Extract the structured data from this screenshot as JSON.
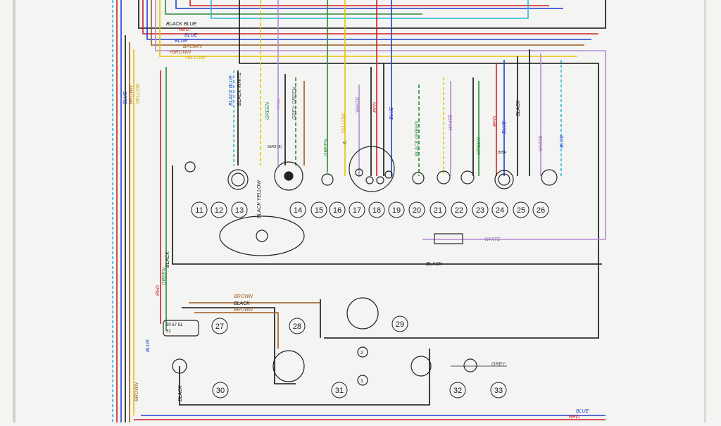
{
  "colors": {
    "black": "#111111",
    "red": "#d21f1f",
    "blue": "#1f3fd0",
    "green": "#2a8a3a",
    "yellow": "#e8c400",
    "brown": "#9a5a1e",
    "violet": "#b48ad6",
    "grey": "#8a8a8a",
    "cyan": "#2bb8d8",
    "paper": "#f4f4f2"
  },
  "wire_labels": {
    "black": "BLACK",
    "blue": "BLUE",
    "red": "RED",
    "green": "GREEN",
    "yellow": "YELLOW",
    "brown": "BROWN",
    "white": "WHITE",
    "grey": "GREY",
    "pink": "PINK",
    "black_blue": "BLACK BLUE",
    "black_white": "BLACK WHITE",
    "black_yellow": "BLACK YELLOW",
    "black_green": "BLACK GREEN",
    "grey_green": "GREY GREEN",
    "plus_brown": "+BROWN"
  },
  "terminals": {
    "t27_top": "30 67 51",
    "t27_bottom": "31",
    "t14": "56/62 (II)",
    "t16": "57",
    "t31": "1",
    "t31b": "2",
    "t26": "15/54"
  },
  "component_numbers": [
    "11",
    "12",
    "13",
    "14",
    "15",
    "16",
    "17",
    "18",
    "19",
    "20",
    "21",
    "22",
    "23",
    "24",
    "25",
    "26",
    "27",
    "28",
    "29",
    "30",
    "31",
    "32",
    "33"
  ]
}
